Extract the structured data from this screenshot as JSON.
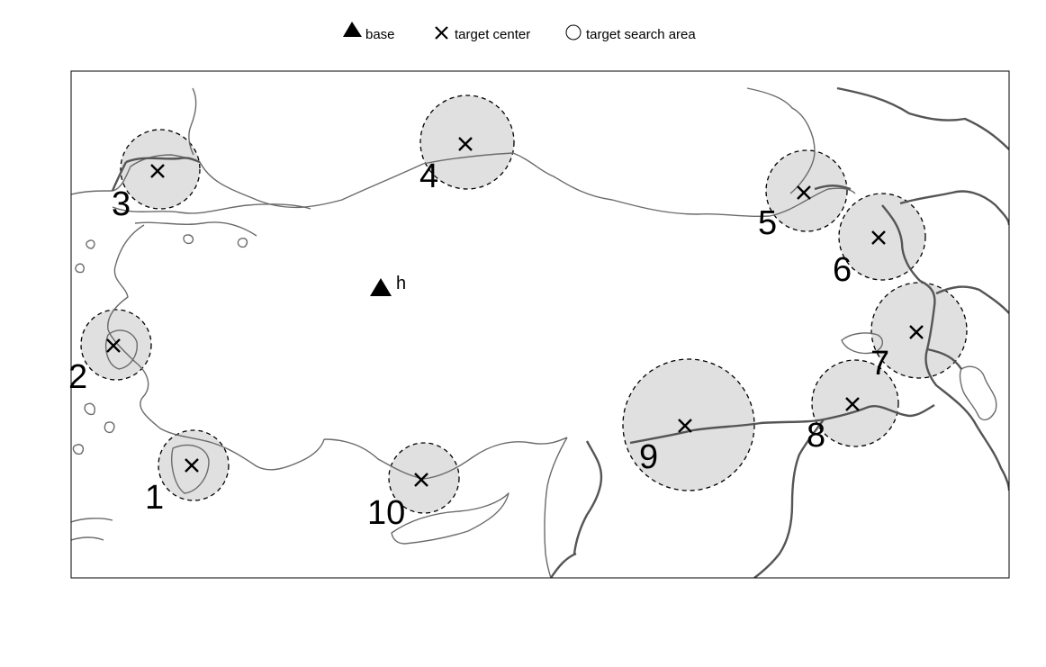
{
  "legend": {
    "items": [
      {
        "symbol": "triangle-icon",
        "label": "base"
      },
      {
        "symbol": "cross-icon",
        "label": "target center"
      },
      {
        "symbol": "circle-icon",
        "label": "target search area"
      }
    ]
  },
  "base": {
    "label": "h"
  },
  "targets": [
    {
      "id": "1",
      "label": "1"
    },
    {
      "id": "2",
      "label": "2"
    },
    {
      "id": "3",
      "label": "3"
    },
    {
      "id": "4",
      "label": "4"
    },
    {
      "id": "5",
      "label": "5"
    },
    {
      "id": "6",
      "label": "6"
    },
    {
      "id": "7",
      "label": "7"
    },
    {
      "id": "8",
      "label": "8"
    },
    {
      "id": "9",
      "label": "9"
    },
    {
      "id": "10",
      "label": "10"
    }
  ],
  "colors": {
    "search_area_fill": "#e0e0e0",
    "coastline": "#6b6b6b",
    "border": "#555555",
    "frame": "#000000"
  }
}
